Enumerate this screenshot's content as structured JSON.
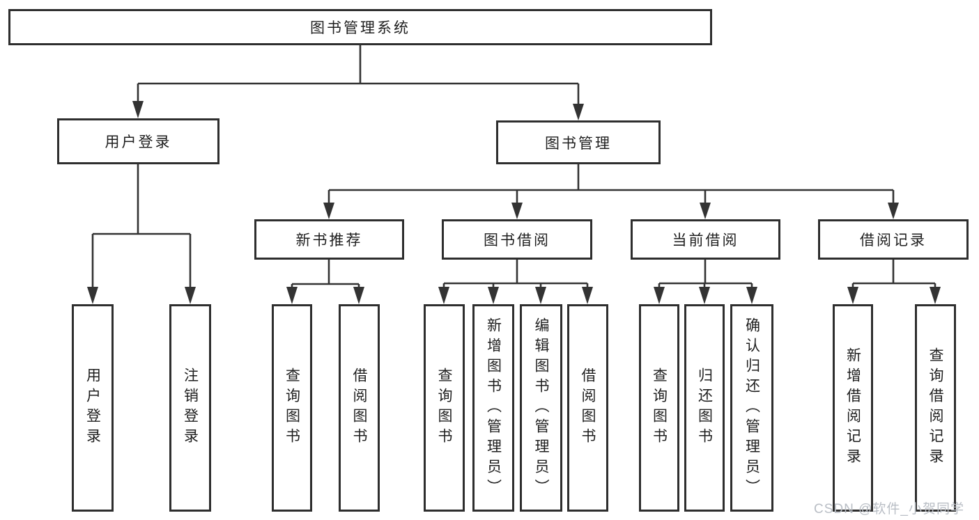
{
  "diagram": {
    "type": "hierarchy",
    "colors": {
      "line": "#333333",
      "box_border": "#2e2e2e",
      "box_fill": "#ffffff",
      "text": "#1e1e1e",
      "watermark": "#b9bec5"
    }
  },
  "tree": {
    "label": "图书管理系统",
    "children": [
      {
        "label": "用户登录",
        "children": [
          {
            "label": "用户登录"
          },
          {
            "label": "注销登录"
          }
        ]
      },
      {
        "label": "图书管理",
        "children": [
          {
            "label": "新书推荐",
            "children": [
              {
                "label": "查询图书"
              },
              {
                "label": "借阅图书"
              }
            ]
          },
          {
            "label": "图书借阅",
            "children": [
              {
                "label": "查询图书"
              },
              {
                "label": "新增图书（管理员）"
              },
              {
                "label": "编辑图书（管理员）"
              },
              {
                "label": "借阅图书"
              }
            ]
          },
          {
            "label": "当前借阅",
            "children": [
              {
                "label": "查询图书"
              },
              {
                "label": "归还图书"
              },
              {
                "label": "确认归还（管理员）"
              }
            ]
          },
          {
            "label": "借阅记录",
            "children": [
              {
                "label": "新增借阅记录"
              },
              {
                "label": "查询借阅记录"
              }
            ]
          }
        ]
      }
    ]
  },
  "watermark": "CSDN @软件_小贺同学"
}
